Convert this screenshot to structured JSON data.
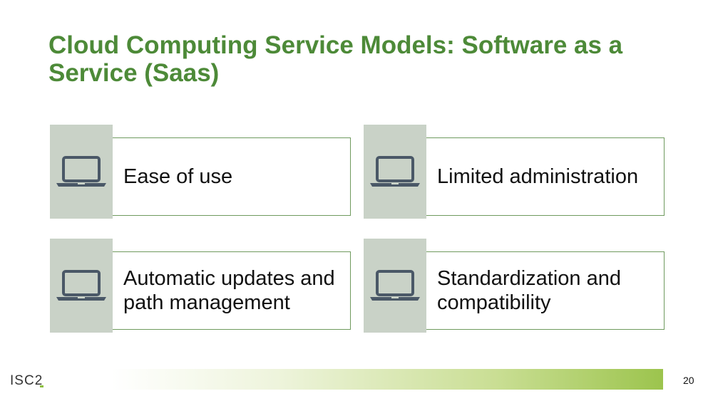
{
  "slide": {
    "title": "Cloud Computing Service Models: Software as a Service (Saas)",
    "page_number": "20",
    "logo_text": "ISC",
    "logo_digit": "2"
  },
  "cards": [
    {
      "label": "Ease of use",
      "icon": "laptop-icon"
    },
    {
      "label": "Limited administration",
      "icon": "laptop-icon"
    },
    {
      "label": "Automatic updates and path management",
      "icon": "laptop-icon"
    },
    {
      "label": "Standardization and compatibility",
      "icon": "laptop-icon"
    }
  ],
  "colors": {
    "title": "#4d8a38",
    "icon": "#4a5867",
    "tile": "#c9d2c7",
    "border": "#6f9a5e",
    "bar_end": "#9cc44d"
  }
}
